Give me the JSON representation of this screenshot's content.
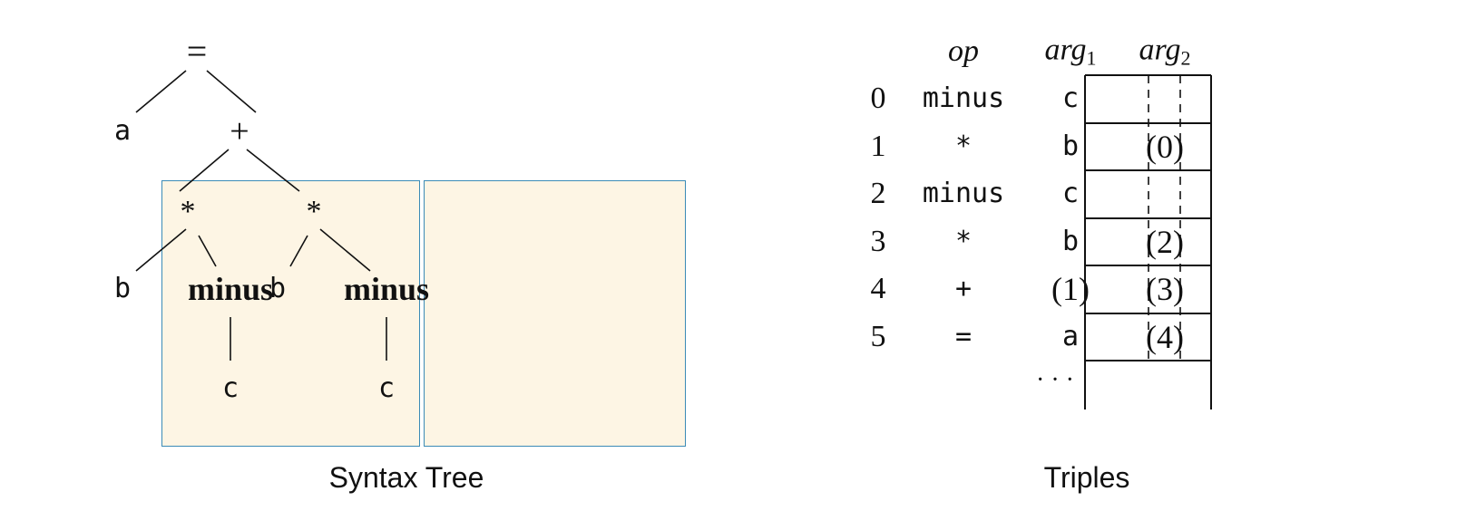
{
  "syntax_tree": {
    "caption": "Syntax Tree",
    "nodes": {
      "root": "=",
      "a": "a",
      "plus": "+",
      "mul_left": "*",
      "mul_right": "*",
      "b_left": "b",
      "minus_left": "minus",
      "c_left": "c",
      "b_right": "b",
      "minus_right": "minus",
      "c_right": "c"
    },
    "box_color": "#fdf5e4",
    "box_border_color": "#3b8bb6"
  },
  "triples": {
    "caption": "Triples",
    "headers": {
      "op": "op",
      "arg1_base": "arg",
      "arg1_sub": "1",
      "arg2_base": "arg",
      "arg2_sub": "2"
    },
    "rows": [
      {
        "index": "0",
        "op": "minus",
        "arg1": "c",
        "arg2": ""
      },
      {
        "index": "1",
        "op": "*",
        "arg1": "b",
        "arg2": "(0)"
      },
      {
        "index": "2",
        "op": "minus",
        "arg1": "c",
        "arg2": ""
      },
      {
        "index": "3",
        "op": "*",
        "arg1": "b",
        "arg2": "(2)"
      },
      {
        "index": "4",
        "op": "+",
        "arg1": "(1)",
        "arg2": "(3)"
      },
      {
        "index": "5",
        "op": "=",
        "arg1": "a",
        "arg2": "(4)"
      }
    ],
    "ellipsis": "· · ·"
  }
}
